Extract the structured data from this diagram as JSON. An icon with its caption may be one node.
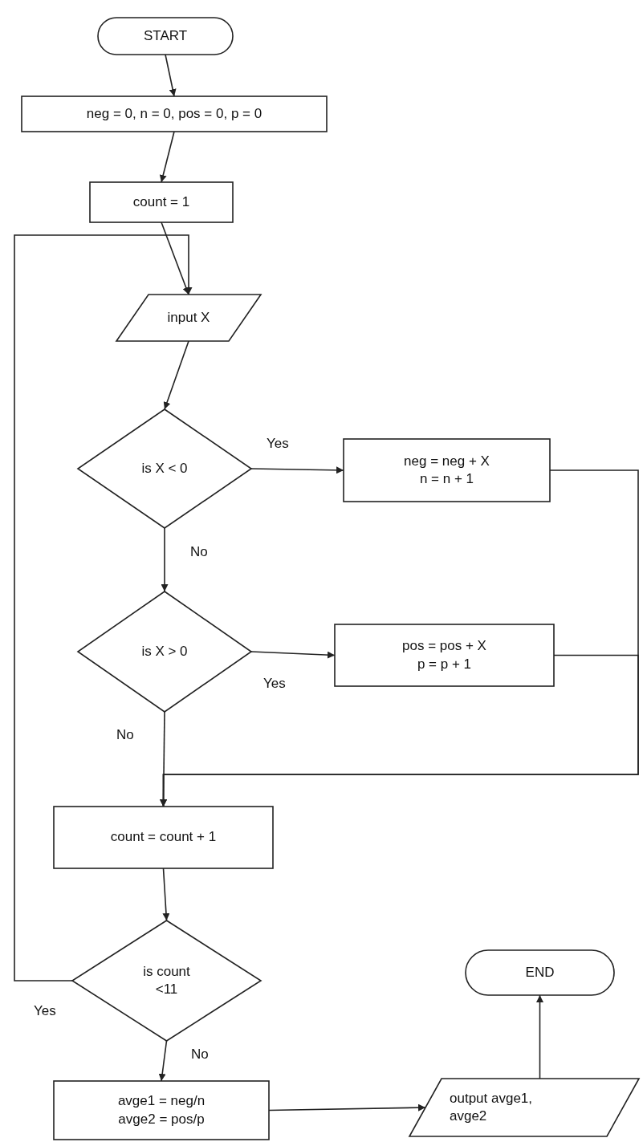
{
  "diagram": {
    "nodes": [
      {
        "text": [
          "START"
        ]
      },
      {
        "text": [
          "neg = 0, n = 0, pos = 0, p = 0"
        ]
      },
      {
        "text": [
          "count = 1"
        ]
      },
      {
        "text": [
          "input X"
        ]
      },
      {
        "text": [
          "is X < 0"
        ]
      },
      {
        "text": [
          "neg = neg + X",
          "n = n + 1"
        ]
      },
      {
        "text": [
          "is X > 0"
        ]
      },
      {
        "text": [
          "pos = pos + X",
          "p = p + 1"
        ]
      },
      {
        "text": [
          "count = count + 1"
        ]
      },
      {
        "text": [
          "is count <11"
        ]
      },
      {
        "text": [
          "avge1 = neg/n",
          "avge2 = pos/p"
        ]
      },
      {
        "text": [
          "output avge1, avge2"
        ]
      },
      {
        "text": [
          "END"
        ]
      }
    ],
    "edges": [
      {
        "from": 0,
        "to": 1,
        "arrow": "to"
      },
      {
        "from": 1,
        "to": 2,
        "arrow": "to"
      },
      {
        "from": 2,
        "to": 3,
        "arrow": "to"
      },
      {
        "from": 3,
        "to": 4,
        "arrow": "to"
      },
      {
        "from": 4,
        "to": 5,
        "arrow": "to",
        "label": "Yes"
      },
      {
        "from": 4,
        "to": 6,
        "arrow": "to",
        "label": "No"
      },
      {
        "from": 6,
        "to": 7,
        "arrow": "to",
        "label": "Yes"
      },
      {
        "from": 6,
        "to": 8,
        "arrow": "to",
        "label": "No"
      },
      {
        "from": 5,
        "to": 8,
        "arrow": "to"
      },
      {
        "from": 7,
        "to": 8,
        "arrow": "to"
      },
      {
        "from": 8,
        "to": 9,
        "arrow": "to"
      },
      {
        "from": 9,
        "to": 3,
        "arrow": "to",
        "label": "Yes"
      },
      {
        "from": 9,
        "to": 10,
        "arrow": "to",
        "label": "No"
      },
      {
        "from": 10,
        "to": 11,
        "arrow": "to"
      },
      {
        "from": 11,
        "to": 12,
        "arrow": "to"
      }
    ]
  }
}
